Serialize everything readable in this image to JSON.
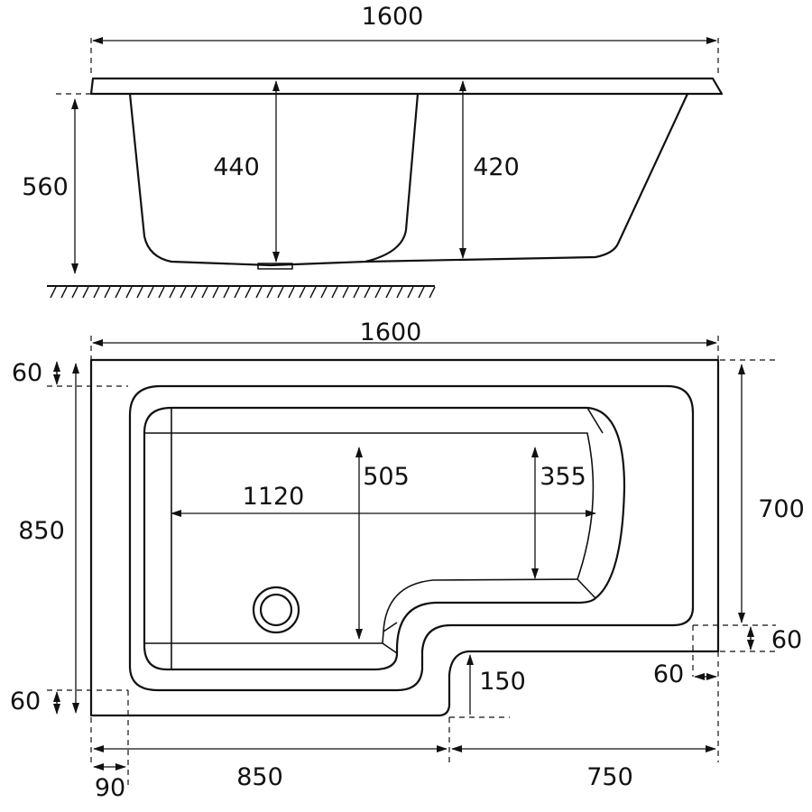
{
  "side_view": {
    "overall_length": "1600",
    "overall_height": "560",
    "left_depth": "440",
    "right_depth": "420"
  },
  "plan_view": {
    "overall_length": "1600",
    "top_rim": "60",
    "overall_width": "850",
    "bottom_rim": "60",
    "inner_length": "1120",
    "depth_left": "505",
    "depth_right": "355",
    "shower_width": "700",
    "right_rim": "60",
    "end_rim": "60",
    "step_depth": "150",
    "left_offset": "90",
    "left_section": "850",
    "right_section": "750"
  }
}
